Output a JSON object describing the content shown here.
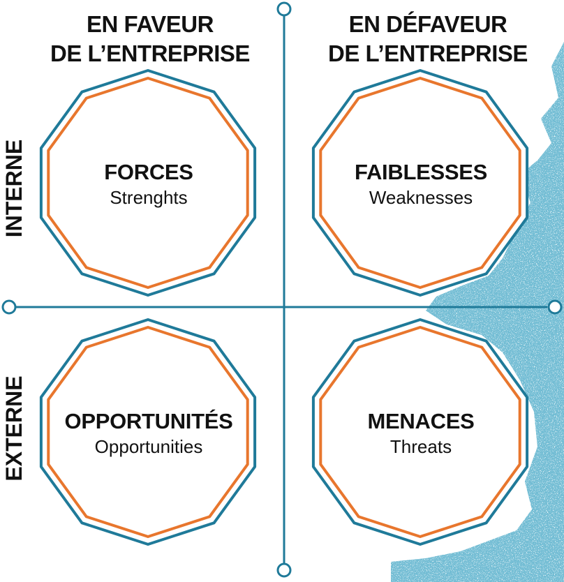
{
  "colors": {
    "axis": "#1f7a99",
    "outer_ring": "#1f7a99",
    "inner_ring": "#e8762d",
    "text": "#111111",
    "background": "#ffffff",
    "map_texture": "#2a7fa5"
  },
  "headers": {
    "left": {
      "line1": "EN FAVEUR",
      "line2": "DE L’ENTREPRISE"
    },
    "right": {
      "line1": "EN DÉFAVEUR",
      "line2": "DE L’ENTREPRISE"
    }
  },
  "rows": {
    "top": "INTERNE",
    "bottom": "EXTERNE"
  },
  "quadrants": {
    "top_left": {
      "title": "FORCES",
      "subtitle": "Strenghts"
    },
    "top_right": {
      "title": "FAIBLESSES",
      "subtitle": "Weaknesses"
    },
    "bottom_left": {
      "title": "OPPORTUNITÉS",
      "subtitle": "Opportunities"
    },
    "bottom_right": {
      "title": "MENACES",
      "subtitle": "Threats"
    }
  }
}
